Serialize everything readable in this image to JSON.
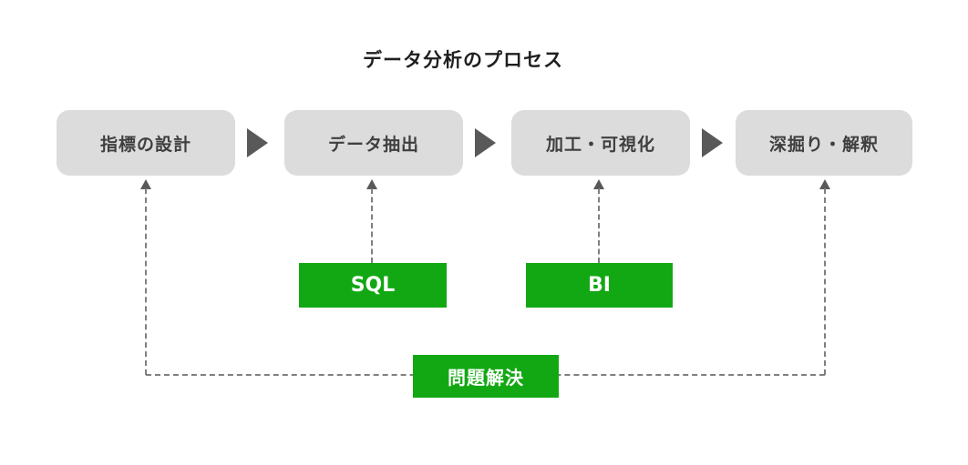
{
  "title": "データ分析のプロセス",
  "process": {
    "steps": [
      {
        "label": "指標の設計"
      },
      {
        "label": "データ抽出"
      },
      {
        "label": "加工・可視化"
      },
      {
        "label": "深掘り・解釈"
      }
    ]
  },
  "tools": {
    "sql": {
      "label": "SQL"
    },
    "bi": {
      "label": "BI"
    }
  },
  "feedback": {
    "label": "問題解決"
  },
  "colors": {
    "background": "#ffffff",
    "step_box_bg": "#dcdcdc",
    "step_box_text": "#3f3f3f",
    "flow_arrow": "#595959",
    "tool_green": "#12a813",
    "tool_text": "#ffffff",
    "connector": "#7f7f7f",
    "title_text": "#1f1f1f"
  }
}
